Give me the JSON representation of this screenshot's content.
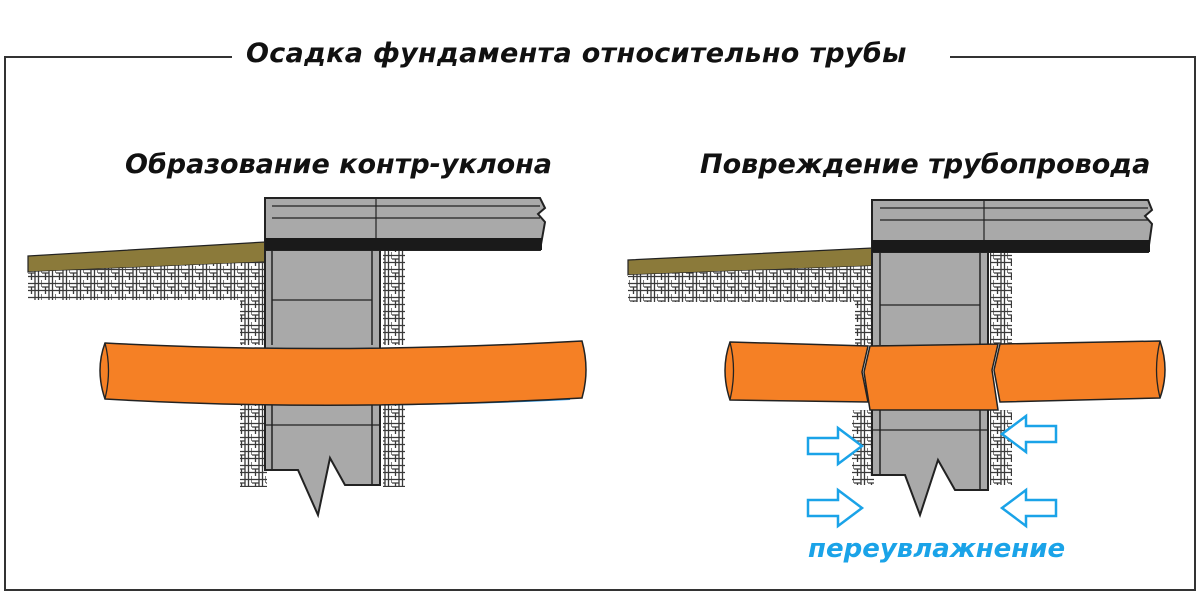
{
  "title": "Осадка фундамента  относительно трубы",
  "panels": [
    {
      "subtitle": "Образование контр-уклона"
    },
    {
      "subtitle": "Повреждение  трубопровода",
      "annotation": "переувлажнение"
    }
  ],
  "colors": {
    "pipe": "#f58025",
    "pipe_shadow": "#d8651a",
    "ground": "#8b7a3a",
    "concrete": "#a9a9a9",
    "concrete_dark": "#8c8c8c",
    "slab_band": "#1a1a1a",
    "water": "#1f8fe0",
    "arrow": "#1aa3e8",
    "frame": "#333333"
  }
}
